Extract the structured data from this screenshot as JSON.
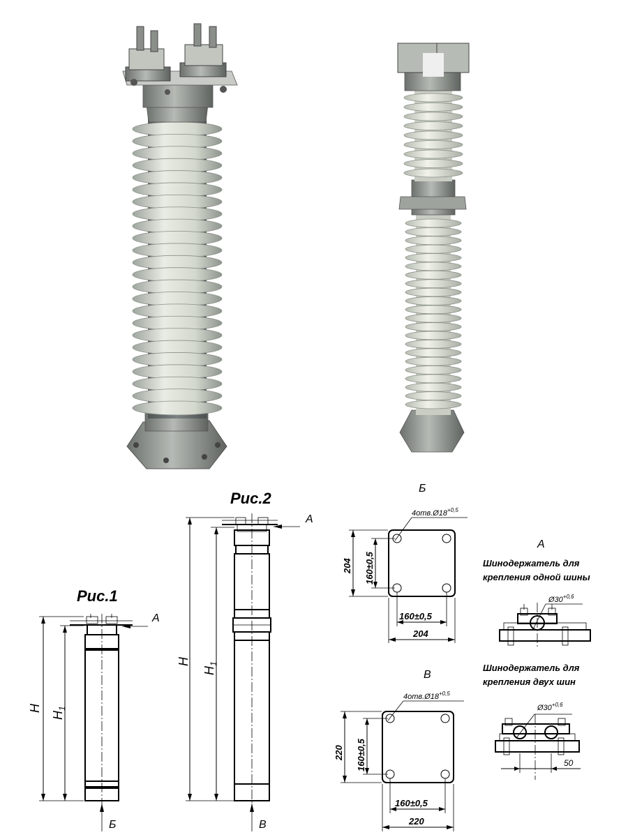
{
  "figures": {
    "fig1": "Рис.1",
    "fig2": "Рис.2"
  },
  "dimensions": {
    "H": "H",
    "H1": "H",
    "H1_sub": "1"
  },
  "views": {
    "A": "А",
    "B": "Б",
    "V": "В"
  },
  "flange_b": {
    "holes": "4отв.Ø18",
    "holes_tol": "+0,5",
    "side": "204",
    "pitch": "160±0,5"
  },
  "flange_v": {
    "holes": "4отв.Ø18",
    "holes_tol": "+0,5",
    "side": "220",
    "pitch": "160±0,5"
  },
  "clamp_single": {
    "title_line1": "Шинодержатель для",
    "title_line2": "крепления одной шины",
    "bore": "Ø30",
    "bore_tol": "+0,6"
  },
  "clamp_double": {
    "title_line1": "Шинодержатель для",
    "title_line2": "крепления двух шин",
    "bore": "Ø30",
    "bore_tol": "+0,6",
    "spacing": "50"
  },
  "colors": {
    "porcelain": "#d9ddd3",
    "porcelain_shadow": "#9aa29a",
    "metal": "#8f948f",
    "metal_dark": "#5b605c",
    "core": "#6f7676"
  }
}
